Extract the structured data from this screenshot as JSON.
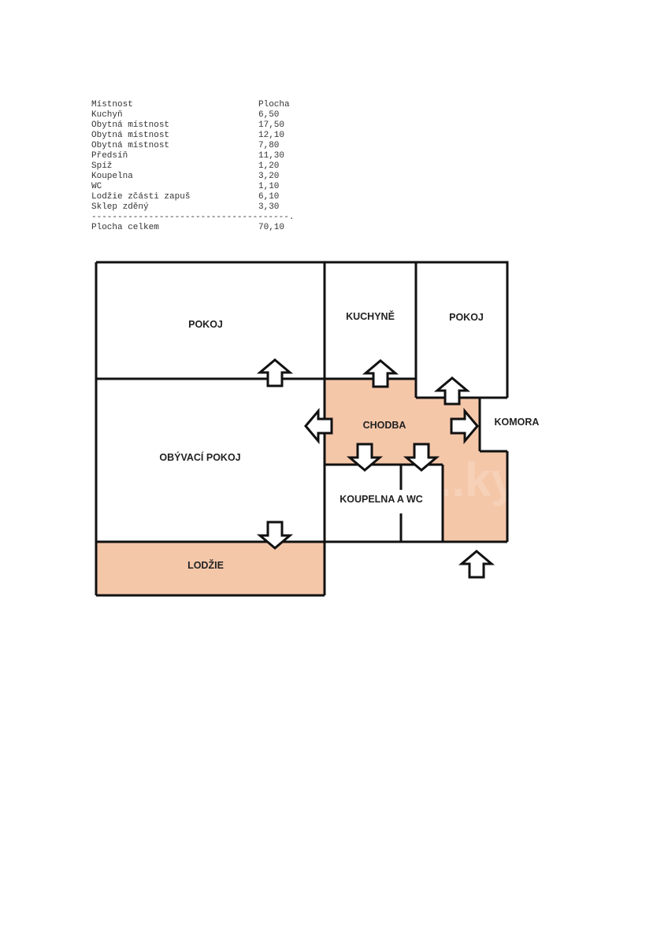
{
  "area_table": {
    "header": {
      "name": "Místnost",
      "value": "Plocha"
    },
    "rows": [
      {
        "name": "Kuchyň",
        "value": "6,50"
      },
      {
        "name": "Obytná místnost",
        "value": "17,50"
      },
      {
        "name": "Obytná místnost",
        "value": "12,10"
      },
      {
        "name": "Obytná místnost",
        "value": "7,80"
      },
      {
        "name": "Předsíň",
        "value": "11,30"
      },
      {
        "name": "Spíž",
        "value": "1,20"
      },
      {
        "name": "Koupelna",
        "value": "3,20"
      },
      {
        "name": "WC",
        "value": "1,10"
      },
      {
        "name": "Lodžie zčásti zapuš",
        "value": "6,10"
      },
      {
        "name": "Sklep zděný",
        "value": "3,30"
      }
    ],
    "separator": "--------------------------------------.",
    "total": {
      "name": "Plocha celkem",
      "value": "70,10"
    }
  },
  "floor_plan": {
    "colors": {
      "wall": "#111111",
      "accent_fill": "#f5c7a9",
      "room_fill": "#ffffff"
    },
    "rooms": {
      "pokoj_left": "POKOJ",
      "kuchyne": "KUCHYNĚ",
      "pokoj_right": "POKOJ",
      "chodba": "CHODBA",
      "komora": "KOMORA",
      "obyvaci_pokoj": "OBÝVACÍ POKOJ",
      "koupelna_wc": "KOUPELNA A WC",
      "lodzie": "LODŽIE"
    },
    "watermark": "...ky"
  }
}
